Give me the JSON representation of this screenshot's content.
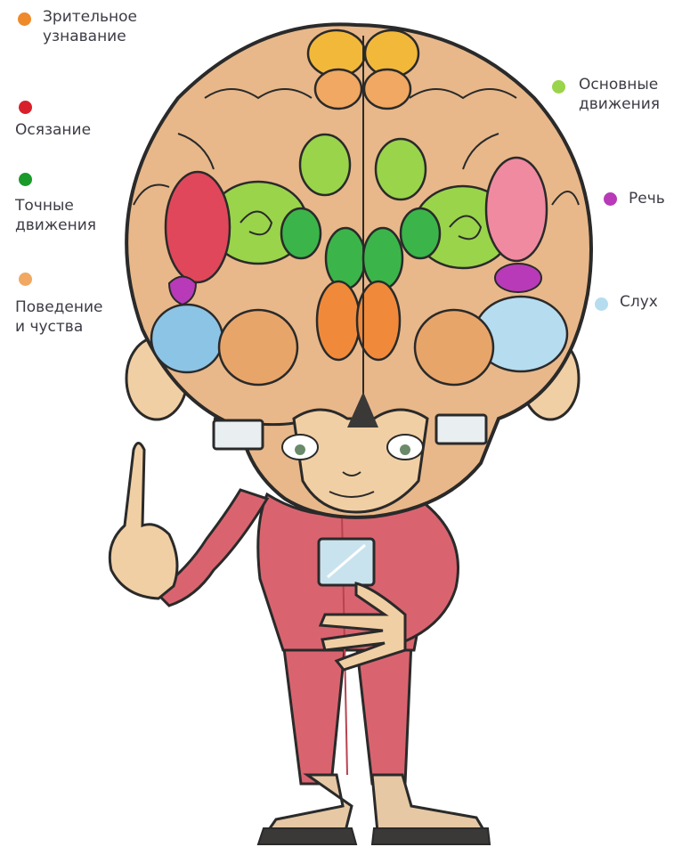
{
  "legend": {
    "visual": {
      "line1": "Зрительное",
      "line2": "узнавание",
      "color": "#ee8a2a"
    },
    "touch": {
      "line1": "Осязание",
      "color": "#d8202a"
    },
    "fine_motor": {
      "line1": "Точные",
      "line2": "движения",
      "color": "#1a9a2a"
    },
    "behavior": {
      "line1": "Поведение",
      "line2": "и чуства",
      "color": "#f0a862"
    },
    "basic_motor": {
      "line1": "Основные",
      "line2": "движения",
      "color": "#9ad44a"
    },
    "speech": {
      "line1": "Речь",
      "color": "#b83ab8"
    },
    "hearing": {
      "line1": "Слух",
      "color": "#b6dcf0"
    }
  },
  "palette": {
    "skin": "#f1cfa4",
    "outline": "#2a2a2a",
    "brain_base": "#e8b88a",
    "suit": "#d9646f",
    "suit_dark": "#b8434f",
    "shoe": "#3b3838",
    "screen": "#c9e3ee"
  }
}
